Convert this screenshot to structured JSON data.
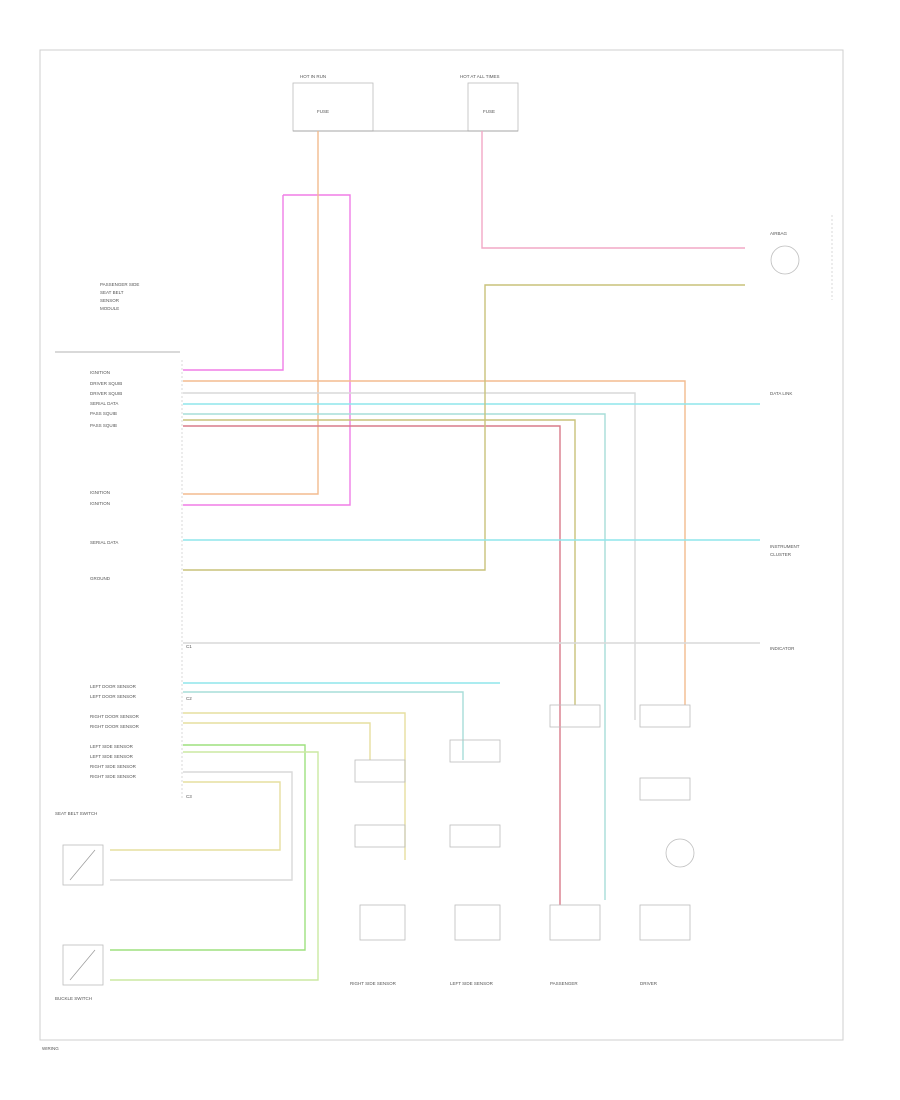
{
  "colors": {
    "pink": "#f2a8c6",
    "magenta": "#f07de6",
    "orange": "#f3bb8f",
    "cyan": "#8fe6ec",
    "teal": "#a7ddd8",
    "olive": "#c9c27a",
    "red": "#d97b8a",
    "gray": "#d9d9d9",
    "yellow": "#e6df9f",
    "green": "#9ee07f",
    "lime": "#cbe9a2"
  },
  "footer": {
    "code": "WIRING"
  },
  "fuse_boxes": [
    {
      "label": "HOT IN RUN",
      "fuse": "FUSE"
    },
    {
      "label": "HOT AT ALL TIMES",
      "fuse": "FUSE"
    }
  ],
  "module_labels": [
    "PASSENGER SIDE",
    "SEAT BELT",
    "SENSOR",
    "MODULE",
    "C1",
    "C2",
    "C3"
  ],
  "left_pins": [
    "IGNITION",
    "DRIVER SQUIB",
    "DRIVER SQUIB",
    "SERIAL DATA",
    "PASS SQUIB",
    "PASS SQUIB",
    "IGNITION",
    "IGNITION",
    "SERIAL DATA",
    "GROUND",
    "LEFT DOOR SENSOR",
    "LEFT DOOR SENSOR",
    "RIGHT DOOR SENSOR",
    "RIGHT DOOR SENSOR",
    "LEFT SIDE SENSOR",
    "LEFT SIDE SENSOR",
    "RIGHT SIDE SENSOR",
    "RIGHT SIDE SENSOR"
  ],
  "right_labels": [
    "AIRBAG",
    "DATA LINK",
    "INSTRUMENT",
    "CLUSTER",
    "INDICATOR"
  ],
  "bottom_labels": [
    "RIGHT SIDE SENSOR",
    "LEFT SIDE SENSOR",
    "PASSENGER",
    "DRIVER"
  ],
  "switch_labels": [
    "SEAT BELT SWITCH",
    "BUCKLE SWITCH"
  ]
}
